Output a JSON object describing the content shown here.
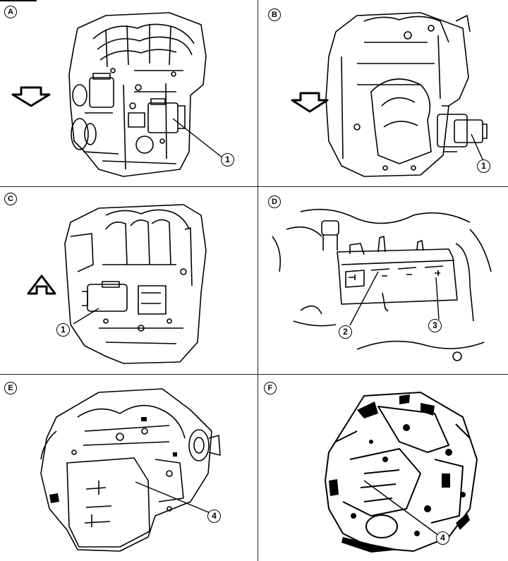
{
  "panels": {
    "a": {
      "letter": "A",
      "callout_1": "1"
    },
    "b": {
      "letter": "B",
      "callout_1": "1"
    },
    "c": {
      "letter": "C",
      "callout_1": "1"
    },
    "d": {
      "letter": "D",
      "callout_2": "2",
      "callout_3": "3"
    },
    "e": {
      "letter": "E",
      "callout_4": "4"
    },
    "f": {
      "letter": "F",
      "callout_4": "4"
    }
  },
  "icons": {
    "view_down": "arrow-down-icon",
    "view_up": "arrow-up-icon"
  }
}
